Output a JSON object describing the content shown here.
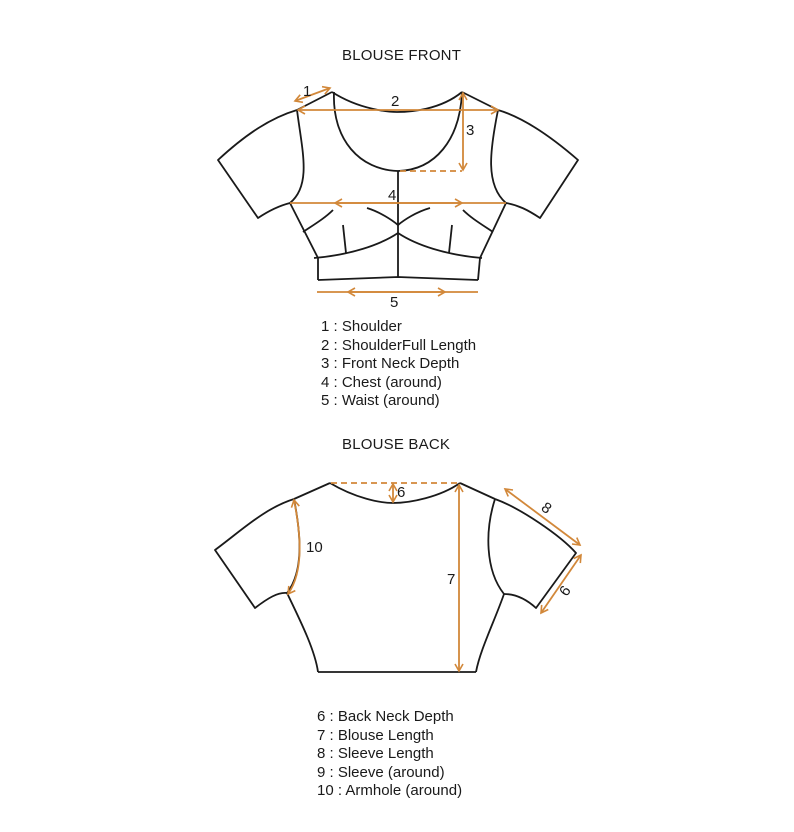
{
  "colors": {
    "outline": "#1a1a1a",
    "measure": "#d2883a",
    "background": "#ffffff"
  },
  "front": {
    "title": "BLOUSE FRONT",
    "markers": {
      "m1": "1",
      "m2": "2",
      "m3": "3",
      "m4": "4",
      "m5": "5"
    },
    "legend": [
      {
        "num": "1",
        "label": "Shoulder"
      },
      {
        "num": "2",
        "label": "ShoulderFull Length"
      },
      {
        "num": "3",
        "label": "Front Neck Depth"
      },
      {
        "num": "4",
        "label": "Chest (around)"
      },
      {
        "num": "5",
        "label": "Waist (around)"
      }
    ],
    "legend_text": [
      "1 : Shoulder",
      "2 : ShoulderFull Length",
      "3 : Front Neck Depth",
      "4 : Chest (around)",
      "5 : Waist (around)"
    ]
  },
  "back": {
    "title": "BLOUSE BACK",
    "markers": {
      "m6": "6",
      "m7": "7",
      "m8": "8",
      "m9": "9",
      "m10": "10"
    },
    "legend": [
      {
        "num": "6",
        "label": "Back Neck Depth"
      },
      {
        "num": "7",
        "label": "Blouse Length"
      },
      {
        "num": "8",
        "label": "Sleeve Length"
      },
      {
        "num": "9",
        "label": "Sleeve (around)"
      },
      {
        "num": "10",
        "label": "Armhole (around)"
      }
    ],
    "legend_text": [
      "6 : Back Neck Depth",
      "7 : Blouse Length",
      "8 : Sleeve Length",
      "9 : Sleeve (around)",
      "10 : Armhole (around)"
    ]
  }
}
